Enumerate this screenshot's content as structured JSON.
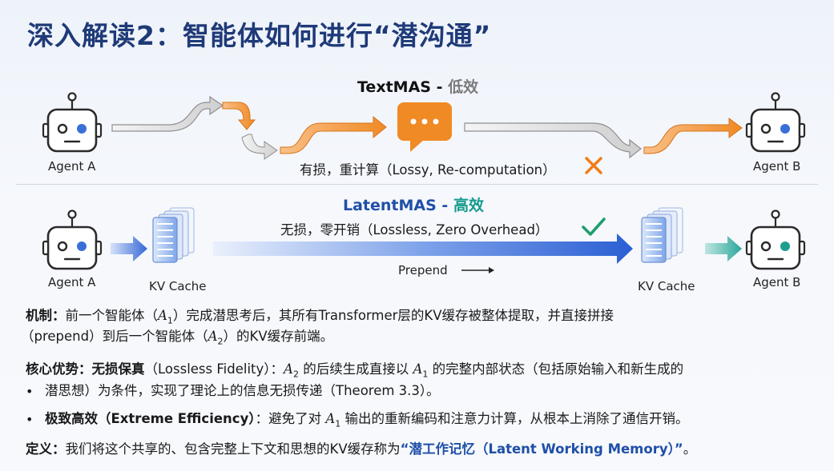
{
  "title": "深入解读2：智能体如何进行“潜沟通”",
  "textmas": {
    "name": "TextMAS",
    "sep": " - ",
    "tag": "低效",
    "agent_a": "Agent A",
    "agent_b": "Agent B",
    "note": "有损，重计算（Lossy, Re-computation）",
    "mark": "✕"
  },
  "latentmas": {
    "name": "LatentMAS",
    "sep": " - ",
    "tag": "高效",
    "agent_a": "Agent A",
    "agent_b": "Agent B",
    "kv_left": "KV Cache",
    "kv_right": "KV Cache",
    "note": "无损，零开销（Lossless, Zero Overhead）",
    "mark": "✓",
    "prepend": "Prepend"
  },
  "mechanism": {
    "label": "机制：",
    "line1_a": "前一个智能体（",
    "agent1": "A",
    "sub1": "1",
    "line1_b": "）完成潜思考后，其所有Transformer层的KV缓存被整体提取，并直接拼接",
    "line2_a": "（prepend）到后一个智能体（",
    "agent2": "A",
    "sub2": "2",
    "line2_b": "）的KV缓存前端。"
  },
  "advantage": {
    "label": "核心优势：",
    "bold": "无损保真",
    "en": "（Lossless Fidelity）：",
    "agent2": "A",
    "sub2": "2",
    "mid": " 的后续生成直接以 ",
    "agent1": "A",
    "sub1": "1",
    "rest": " 的完整内部状态（包括原始输入和新生成的",
    "bullet": "•",
    "line2": "潜思想）为条件，实现了理论上的信息无损传递（Theorem 3.3）。"
  },
  "efficiency": {
    "bullet": "•",
    "bold": "极致高效（Extreme Efficiency）",
    "colon": "：",
    "pre": "避免了对 ",
    "agent1": "A",
    "sub1": "1",
    "rest": " 输出的重新编码和注意力计算，从根本上消除了通信开销。"
  },
  "definition": {
    "label": "定义：",
    "text": "我们将这个共享的、包含完整上下文和思想的KV缓存称为",
    "highlight": "“潜工作记忆（Latent Working Memory）”",
    "end": "。"
  },
  "colors": {
    "title": "#1f3a78",
    "robot_eye_blue": "#3b6fd8",
    "robot_eye_teal": "#1f9e90",
    "orange": "#f08a24",
    "blue_arrow": "#3467d6",
    "teal_arrow": "#2aa69a",
    "gray_arrow": "#9a9a9a",
    "check": "#1f9e6e",
    "cross": "#f07d1a"
  },
  "icons": [
    "robot-icon",
    "chat-bubble-icon",
    "kv-cache-stack-icon",
    "check-icon",
    "cross-icon",
    "arrow-icon"
  ]
}
